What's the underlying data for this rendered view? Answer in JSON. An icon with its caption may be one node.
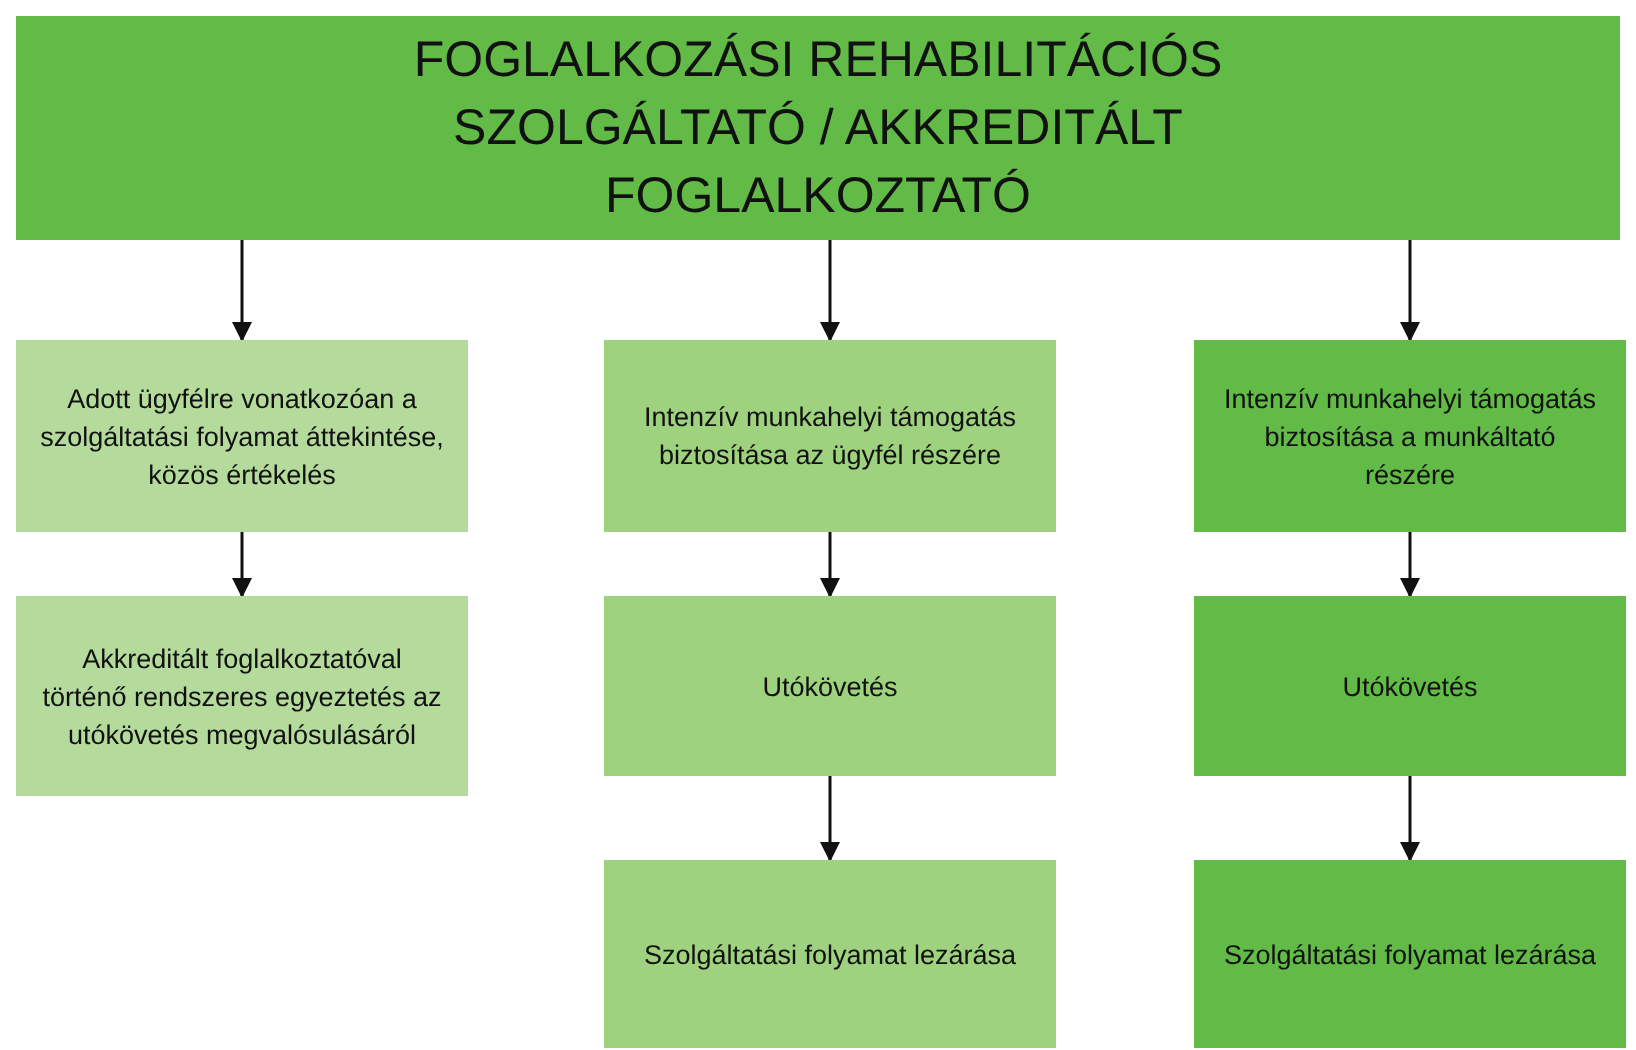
{
  "diagram": {
    "nodes": [
      {
        "text": [
          "FOGLALKOZÁSI REHABILITÁCIÓS SZOLGÁLTATÓ / AKKREDITÁLT FOGLALKOZTATÓ"
        ]
      },
      {
        "text": [
          "Adott ügyfélre vonatkozóan a szolgáltatási folyamat áttekintése, közös értékelés"
        ]
      },
      {
        "text": [
          "Akkreditált foglalkoztatóval történő rendszeres egyeztetés az utókövetés megvalósulásáról"
        ]
      },
      {
        "text": [
          "Intenzív munkahelyi támogatás biztosítása az ügyfél részére"
        ]
      },
      {
        "text": [
          "Utókövetés"
        ]
      },
      {
        "text": [
          "Szolgáltatási folyamat lezárása"
        ]
      },
      {
        "text": [
          "Intenzív munkahelyi támogatás biztosítása a munkáltató részére"
        ]
      },
      {
        "text": [
          "Utókövetés"
        ]
      },
      {
        "text": [
          "Szolgáltatási folyamat lezárása"
        ]
      }
    ],
    "edges": [
      {
        "from": 0,
        "to": 1,
        "arrow": "to"
      },
      {
        "from": 0,
        "to": 3,
        "arrow": "to"
      },
      {
        "from": 0,
        "to": 6,
        "arrow": "to"
      },
      {
        "from": 1,
        "to": 2,
        "arrow": "to"
      },
      {
        "from": 3,
        "to": 4,
        "arrow": "to"
      },
      {
        "from": 4,
        "to": 5,
        "arrow": "to"
      },
      {
        "from": 6,
        "to": 7,
        "arrow": "to"
      },
      {
        "from": 7,
        "to": 8,
        "arrow": "to"
      }
    ]
  }
}
